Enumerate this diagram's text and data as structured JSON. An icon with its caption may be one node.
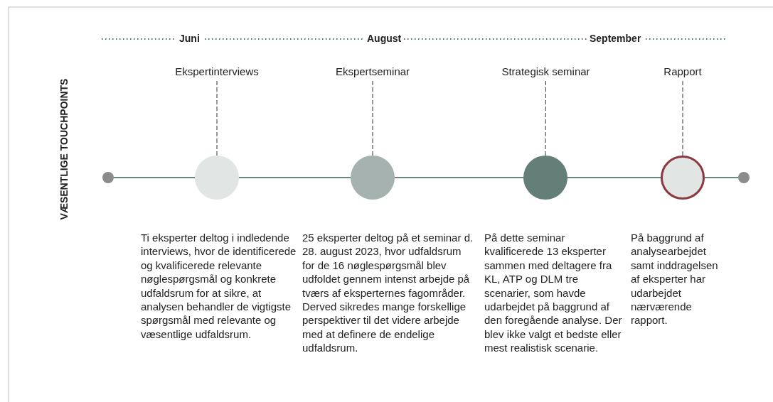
{
  "diagram": {
    "nodes": [
      {
        "text": [],
        "shape": "circle"
      },
      {
        "text": [
          "Ekspertinterviews"
        ]
      },
      {
        "text": [],
        "shape": "circle",
        "beside": [
          "Ti eksperter deltog i indledende interviews, hvor de identificerede og kvalificerede relevante nøglespørgsmål og konkrete udfaldsrum for at sikre, at analysen behandler de vigtigste spørgsmål med relevante og væsentlige udfaldsrum."
        ]
      },
      {
        "text": [
          "Ekspertseminar"
        ]
      },
      {
        "text": [],
        "shape": "circle",
        "beside": [
          "25 eksperter deltog på et seminar d. 28. august 2023, hvor udfaldsrum for de 16 nøglespørgsmål blev udfoldet gennem intenst arbejde på tværs af eksperternes fagområder. Derved sikredes mange forskellige perspektiver til det videre arbejde med at definere de endelige udfaldsrum."
        ]
      },
      {
        "text": [
          "Strategisk seminar"
        ]
      },
      {
        "text": [],
        "shape": "circle",
        "beside": [
          "På dette seminar kvalificerede 13 eksperter sammen med deltagere fra KL, ATP og DLM tre scenarier, som havde udarbejdet på baggrund af den foregående analyse. Der blev ikke valgt et bedste eller mest realistisk scenarie."
        ]
      },
      {
        "text": [
          "Rapport"
        ]
      },
      {
        "text": [],
        "shape": "circle",
        "beside": [
          "På baggrund af analysearbejdet samt inddragelsen af eksperter har udarbejdet nærværende rapport."
        ]
      },
      {
        "text": [],
        "shape": "circle"
      }
    ],
    "edges": [
      {
        "from": 0,
        "to": 2,
        "arrow": "none"
      },
      {
        "from": 2,
        "to": 4,
        "arrow": "none"
      },
      {
        "from": 4,
        "to": 6,
        "arrow": "none"
      },
      {
        "from": 6,
        "to": 8,
        "arrow": "none"
      },
      {
        "from": 8,
        "to": 9,
        "arrow": "none"
      },
      {
        "from": 1,
        "to": 2,
        "arrow": "none",
        "style": "dashed",
        "color": "#333333"
      },
      {
        "from": 3,
        "to": 4,
        "arrow": "none",
        "style": "dashed",
        "color": "#333333"
      },
      {
        "from": 5,
        "to": 6,
        "arrow": "none",
        "style": "dashed",
        "color": "#333333"
      },
      {
        "from": 7,
        "to": 8,
        "arrow": "none",
        "style": "dashed",
        "color": "#333333"
      }
    ],
    "labels": [
      "Juni",
      "August",
      "September",
      "VÆSENTLIGE TOUCHPOINTS"
    ]
  }
}
